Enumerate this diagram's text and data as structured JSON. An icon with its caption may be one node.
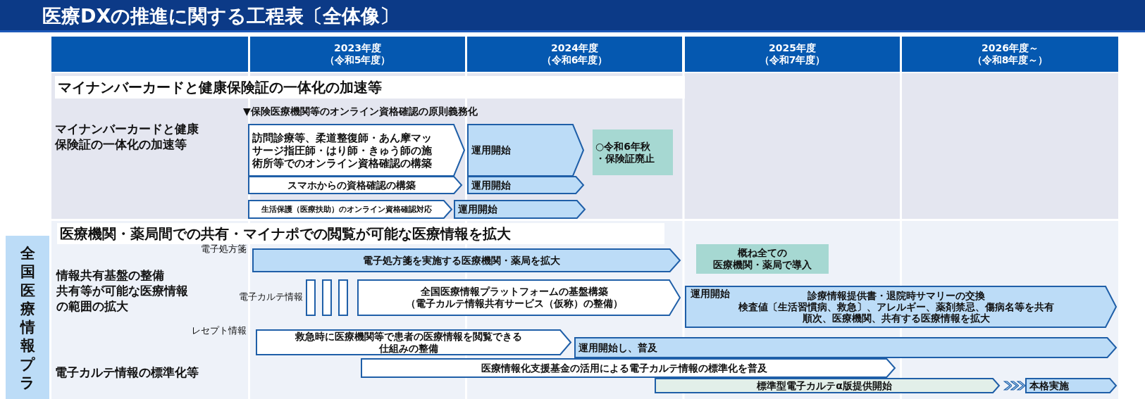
{
  "diagram": {
    "title": "医療DXの推進に関する工程表〔全体像〕",
    "nodes": [
      {
        "text": [],
        "shape": "box"
      },
      {
        "text": [
          "2023年度（令和5年度）"
        ]
      },
      {
        "text": [
          "2024年度（令和6年度）"
        ]
      },
      {
        "text": [
          "2025年度（令和7年度）"
        ]
      },
      {
        "text": [
          "2026年度～（令和8年度～）"
        ]
      },
      {
        "text": [
          "マイナンバーカードと健康保険証の一体化の加速等"
        ]
      },
      {
        "text": [
          "訪問診療等、柔道整復師・あん摩マッサージ指圧師・はり師・きゅう師の施術所等でのオンライン資格確認の構築"
        ]
      },
      {
        "text": [
          "運用開始"
        ]
      },
      {
        "text": [
          "○令和6年秋・保険証廃止"
        ]
      },
      {
        "text": [
          "スマホからの資格確認の構築"
        ]
      },
      {
        "text": [
          "運用開始"
        ]
      },
      {
        "text": [
          "生活保護（医療扶助）のオンライン資格確認対応"
        ]
      },
      {
        "text": [
          "運用開始"
        ]
      },
      {
        "text": [
          "医療機関・薬局間での共有・マイナポでの閲覧が可能な医療情報を拡大"
        ]
      },
      {
        "text": [
          "電子処方箋を実施する医療機関・薬局を拡大"
        ]
      },
      {
        "text": [
          "概ね全ての医療機関・薬局で導入"
        ]
      },
      {
        "text": [],
        "shape": "box"
      },
      {
        "text": [],
        "shape": "box"
      },
      {
        "text": [],
        "shape": "box"
      },
      {
        "text": [
          "全国医療情報プラットフォームの基盤構築（電子カルテ情報共有サービス（仮称）の整備）"
        ]
      },
      {
        "text": [
          "運用開始",
          "診療情報提供書・退院時サマリーの交換",
          "検査値〔生活習慣病、救急〕、アレルギー、薬剤禁忌、傷病名等を共有",
          "順次、医療機関、共有する医療情報を拡大"
        ]
      },
      {
        "text": [
          "救急時に医療機関等で患者の医療情報を閲覧できる仕組みの整備"
        ]
      },
      {
        "text": [
          "運用開始し、普及"
        ]
      },
      {
        "text": [
          "医療情報化支援基金の活用による電子カルテ情報の標準化を普及"
        ]
      },
      {
        "text": [
          "標準型電子カルテα版提供開始"
        ]
      },
      {
        "text": [
          "本格実施"
        ]
      },
      {
        "text": [
          "全国医療情報プラ"
        ]
      }
    ],
    "edges": [
      {
        "from": 24,
        "to": 25,
        "arrow": "to"
      }
    ],
    "labels": [
      "▼保険医療機関等のオンライン資格確認の原則義務化",
      "マイナンバーカードと健康保険証の一体化の加速等",
      "電子処方箋",
      "情報共有基盤の整備共有等が可能な医療情報の範囲の拡大",
      "電子カルテ情報",
      "レセプト情報",
      "電子カルテ情報の標準化等"
    ]
  }
}
